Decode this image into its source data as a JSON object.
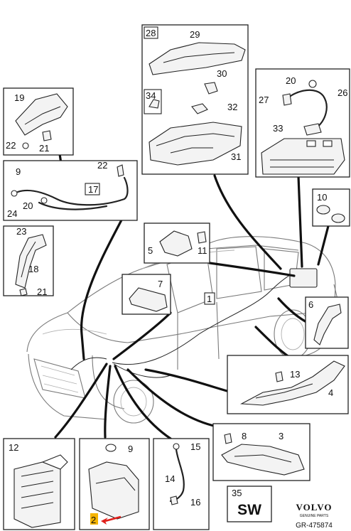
{
  "callouts": {
    "c1": "1",
    "c2": "2",
    "c3": "3",
    "c4": "4",
    "c5": "5",
    "c6": "6",
    "c7": "7",
    "c8": "8",
    "c9a": "9",
    "c9b": "9",
    "c10": "10",
    "c11": "11",
    "c12": "12",
    "c13": "13",
    "c14": "14",
    "c15": "15",
    "c16": "16",
    "c17": "17",
    "c18": "18",
    "c19": "19",
    "c20a": "20",
    "c20b": "20",
    "c21a": "21",
    "c21b": "21",
    "c22a": "22",
    "c22b": "22",
    "c23": "23",
    "c24": "24",
    "c26": "26",
    "c27": "27",
    "c28": "28",
    "c29": "29",
    "c30": "30",
    "c31": "31",
    "c32": "32",
    "c33": "33",
    "c34": "34",
    "c35": "35"
  },
  "sw_label": "SW",
  "brand": {
    "name": "VOLVO",
    "tagline": "GENUINE PARTS",
    "ref": "GR-475874"
  },
  "colors": {
    "highlight": "#f5b400",
    "arrow": "#e0201b"
  }
}
